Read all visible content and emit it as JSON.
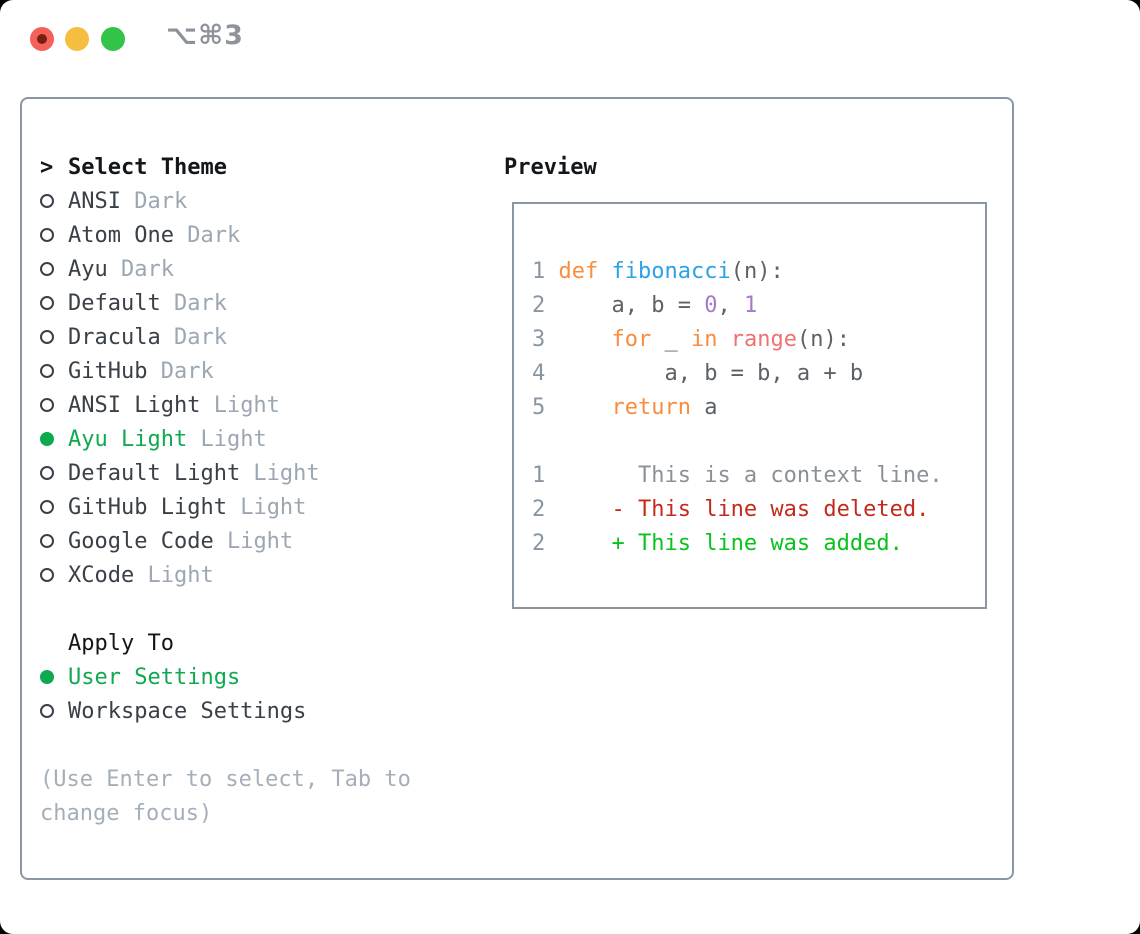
{
  "window": {
    "shortcut": "⌥⌘3"
  },
  "panel": {
    "rows": [
      {
        "type": "header",
        "prefix": ">",
        "label": "Select Theme"
      },
      {
        "type": "theme",
        "name": "ANSI",
        "variant": "Dark",
        "selected": false
      },
      {
        "type": "theme",
        "name": "Atom One",
        "variant": "Dark",
        "selected": false
      },
      {
        "type": "theme",
        "name": "Ayu",
        "variant": "Dark",
        "selected": false
      },
      {
        "type": "theme",
        "name": "Default",
        "variant": "Dark",
        "selected": false
      },
      {
        "type": "theme",
        "name": "Dracula",
        "variant": "Dark",
        "selected": false
      },
      {
        "type": "theme",
        "name": "GitHub",
        "variant": "Dark",
        "selected": false
      },
      {
        "type": "theme",
        "name": "ANSI Light",
        "variant": "Light",
        "selected": false
      },
      {
        "type": "theme",
        "name": "Ayu Light",
        "variant": "Light",
        "selected": true
      },
      {
        "type": "theme",
        "name": "Default Light",
        "variant": "Light",
        "selected": false
      },
      {
        "type": "theme",
        "name": "GitHub Light",
        "variant": "Light",
        "selected": false
      },
      {
        "type": "theme",
        "name": "Google Code",
        "variant": "Light",
        "selected": false
      },
      {
        "type": "theme",
        "name": "XCode",
        "variant": "Light",
        "selected": false
      },
      {
        "type": "blank"
      },
      {
        "type": "subheader",
        "label": "Apply To"
      },
      {
        "type": "option",
        "label": "User Settings",
        "selected": true
      },
      {
        "type": "option",
        "label": "Workspace Settings",
        "selected": false
      },
      {
        "type": "blank"
      },
      {
        "type": "help",
        "text": "(Use Enter to select, Tab to"
      },
      {
        "type": "help",
        "text": "change focus)"
      }
    ]
  },
  "preview": {
    "title": "Preview",
    "lines": [
      {
        "segments": [
          {
            "t": "1 ",
            "c": "ln"
          },
          {
            "t": "def",
            "c": "kw"
          },
          {
            "t": " ",
            "c": "fg"
          },
          {
            "t": "fibonacci",
            "c": "fn"
          },
          {
            "t": "(n):",
            "c": "fg"
          }
        ]
      },
      {
        "segments": [
          {
            "t": "2 ",
            "c": "ln"
          },
          {
            "t": "    a, b = ",
            "c": "fg"
          },
          {
            "t": "0",
            "c": "num"
          },
          {
            "t": ", ",
            "c": "fg"
          },
          {
            "t": "1",
            "c": "num"
          }
        ]
      },
      {
        "segments": [
          {
            "t": "3 ",
            "c": "ln"
          },
          {
            "t": "    ",
            "c": "fg"
          },
          {
            "t": "for",
            "c": "kw"
          },
          {
            "t": " _ ",
            "c": "fg"
          },
          {
            "t": "in",
            "c": "kw"
          },
          {
            "t": " ",
            "c": "fg"
          },
          {
            "t": "range",
            "c": "call"
          },
          {
            "t": "(n):",
            "c": "fg"
          }
        ]
      },
      {
        "segments": [
          {
            "t": "4 ",
            "c": "ln"
          },
          {
            "t": "        a, b = b, a + b",
            "c": "fg"
          }
        ]
      },
      {
        "segments": [
          {
            "t": "5 ",
            "c": "ln"
          },
          {
            "t": "    ",
            "c": "fg"
          },
          {
            "t": "return",
            "c": "kw"
          },
          {
            "t": " a",
            "c": "fg"
          }
        ]
      },
      {
        "segments": []
      },
      {
        "segments": [
          {
            "t": "1 ",
            "c": "ln"
          },
          {
            "t": "      This is a context line.",
            "c": "ctx"
          }
        ]
      },
      {
        "segments": [
          {
            "t": "2 ",
            "c": "ln"
          },
          {
            "t": "    - This line was deleted.",
            "c": "del"
          }
        ]
      },
      {
        "segments": [
          {
            "t": "2 ",
            "c": "ln"
          },
          {
            "t": "    + This line was added.",
            "c": "add"
          }
        ]
      }
    ]
  },
  "colors": {
    "border": "#8B96A3",
    "shortcut": "#8E939B",
    "red": "#F4605A",
    "reddot": "#7A1D12",
    "yellow": "#F5BE40",
    "green": "#33C348",
    "hdr": "#14171A",
    "name": "#3A4048",
    "variant": "#9CA7B3",
    "sel": "#0FA94F",
    "help": "#A5AFBA",
    "ln": "#8A95A3",
    "fg": "#5C6166",
    "kw": "#F98C3D",
    "fn": "#2AA1E8",
    "num": "#A37ACC",
    "call": "#F07171",
    "ctx": "#8A9199",
    "del": "#C42A1C",
    "add": "#0AC21D"
  }
}
